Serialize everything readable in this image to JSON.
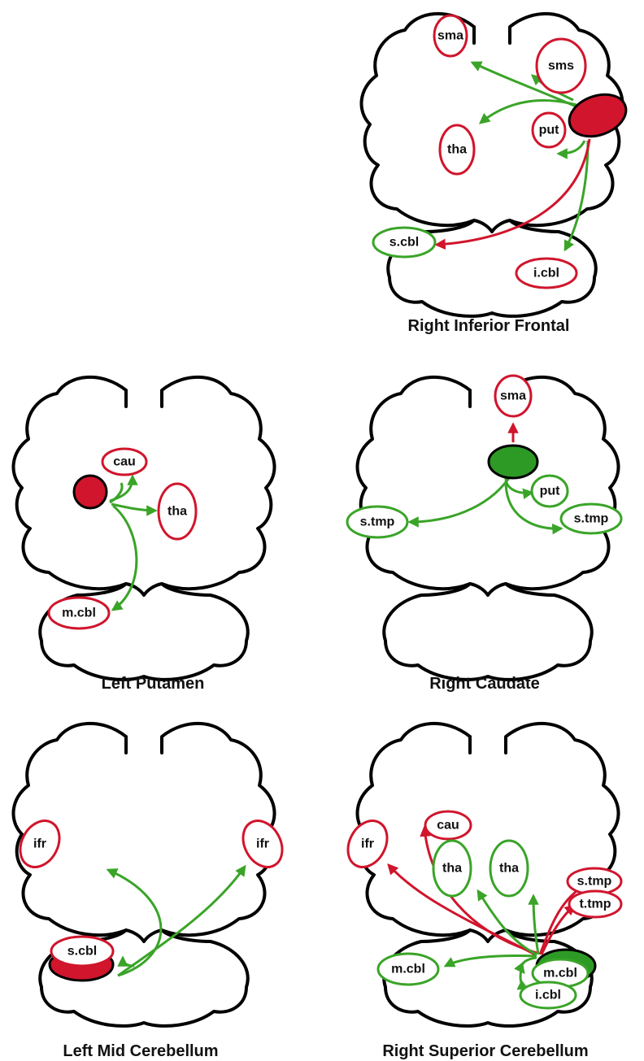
{
  "colors": {
    "positive": "#3aa428",
    "negative": "#d0152c",
    "seed_red": "#d0152c",
    "seed_green": "#2e9a26"
  },
  "panels": [
    {
      "caption": "Right Inferior Frontal",
      "nodes": [
        "sma",
        "sms",
        "put",
        "tha",
        "s.cbl",
        "i.cbl"
      ]
    },
    {
      "caption": "Left Putamen",
      "nodes": [
        "cau",
        "tha",
        "m.cbl"
      ]
    },
    {
      "caption": "Right Caudate",
      "nodes": [
        "sma",
        "put",
        "s.tmp",
        "s.tmp"
      ]
    },
    {
      "caption": "Left Mid Cerebellum",
      "nodes": [
        "ifr",
        "ifr",
        "s.cbl"
      ]
    },
    {
      "caption": "Right Superior Cerebellum",
      "nodes": [
        "ifr",
        "cau",
        "tha",
        "tha",
        "s.tmp",
        "t.tmp",
        "m.cbl",
        "m.cbl",
        "i.cbl"
      ]
    }
  ]
}
